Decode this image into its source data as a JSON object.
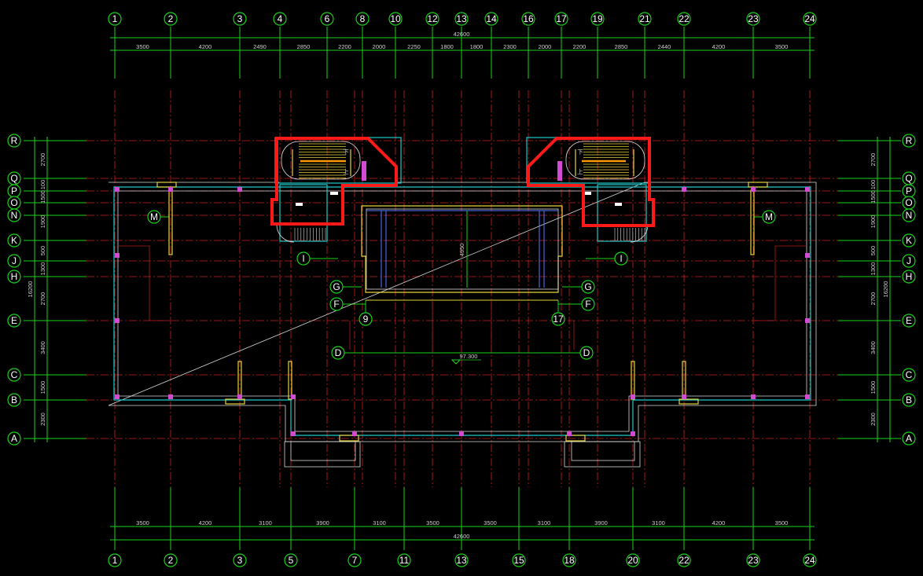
{
  "drawing": {
    "top_axes": [
      "1",
      "2",
      "3",
      "4",
      "6",
      "8",
      "10",
      "12",
      "13",
      "14",
      "16",
      "17",
      "19",
      "21",
      "22",
      "23",
      "24"
    ],
    "top_axis_x": [
      146,
      217,
      305,
      356,
      416,
      461,
      503,
      550,
      587,
      625,
      672,
      714,
      760,
      820,
      870,
      958,
      1030
    ],
    "bottom_axes": [
      "1",
      "2",
      "3",
      "5",
      "7",
      "11",
      "13",
      "15",
      "18",
      "20",
      "22",
      "23",
      "24"
    ],
    "bottom_axis_x": [
      146,
      217,
      305,
      370,
      451,
      514,
      587,
      660,
      724,
      805,
      870,
      958,
      1030
    ],
    "row_axes": [
      "R",
      "Q",
      "P",
      "O",
      "N",
      "K",
      "J",
      "H",
      "E",
      "C",
      "B",
      "A"
    ],
    "row_axis_y": [
      179,
      227,
      243,
      258,
      274,
      306,
      332,
      352,
      408,
      477,
      509,
      558
    ],
    "top_total": "42600",
    "top_dims": [
      "3500",
      "4200",
      "2490",
      "2850",
      "2200",
      "2000",
      "2250",
      "1800",
      "1800",
      "2300",
      "2000",
      "2200",
      "2850",
      "2440",
      "4200",
      "3500"
    ],
    "bottom_total": "42600",
    "bottom_dims": [
      "3500",
      "4200",
      "3100",
      "3900",
      "3100",
      "3500",
      "3500",
      "3100",
      "3900",
      "3100",
      "4200",
      "3500"
    ],
    "side_total": "16200",
    "side_dims": [
      "2700",
      "100",
      "1500",
      "1900",
      "500",
      "1300",
      "2700",
      "3400",
      "1500",
      "2300"
    ],
    "inner_axes": {
      "M": [
        "M",
        "M"
      ],
      "I": [
        "I",
        "I"
      ],
      "G": [
        "G",
        "G"
      ],
      "F": [
        "F",
        "F"
      ],
      "D": [
        "D",
        "D"
      ],
      "sub9": "9",
      "sub17": "17"
    },
    "atrium_dim": "4950",
    "elevation": "97.300",
    "stair_note_down": "下",
    "stair_note_up": "上"
  },
  "colors": {
    "grid": "#cc2020",
    "dimension": "#19d219",
    "wall": "#1fc9c9",
    "highlight": "#ff1a1a",
    "column": "#d24bd2"
  }
}
